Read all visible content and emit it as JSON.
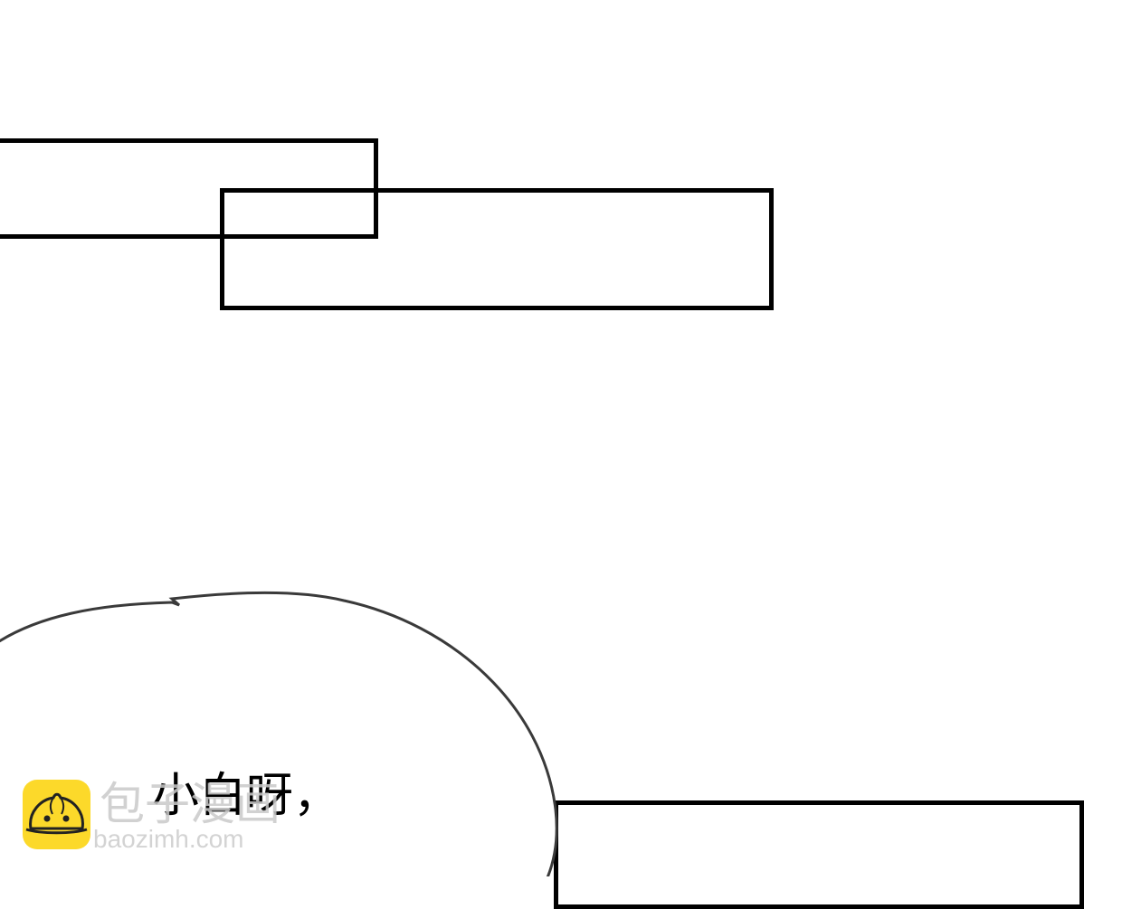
{
  "dialogue": {
    "text": "小白呀，"
  },
  "watermark": {
    "name": "包子漫画",
    "url": "baozimh.com",
    "icon": "steamed-bun-icon",
    "logo_color": "#fcd92a"
  },
  "colors": {
    "line": "#000000",
    "bubble_stroke": "#3a3a3a",
    "background": "#ffffff"
  }
}
